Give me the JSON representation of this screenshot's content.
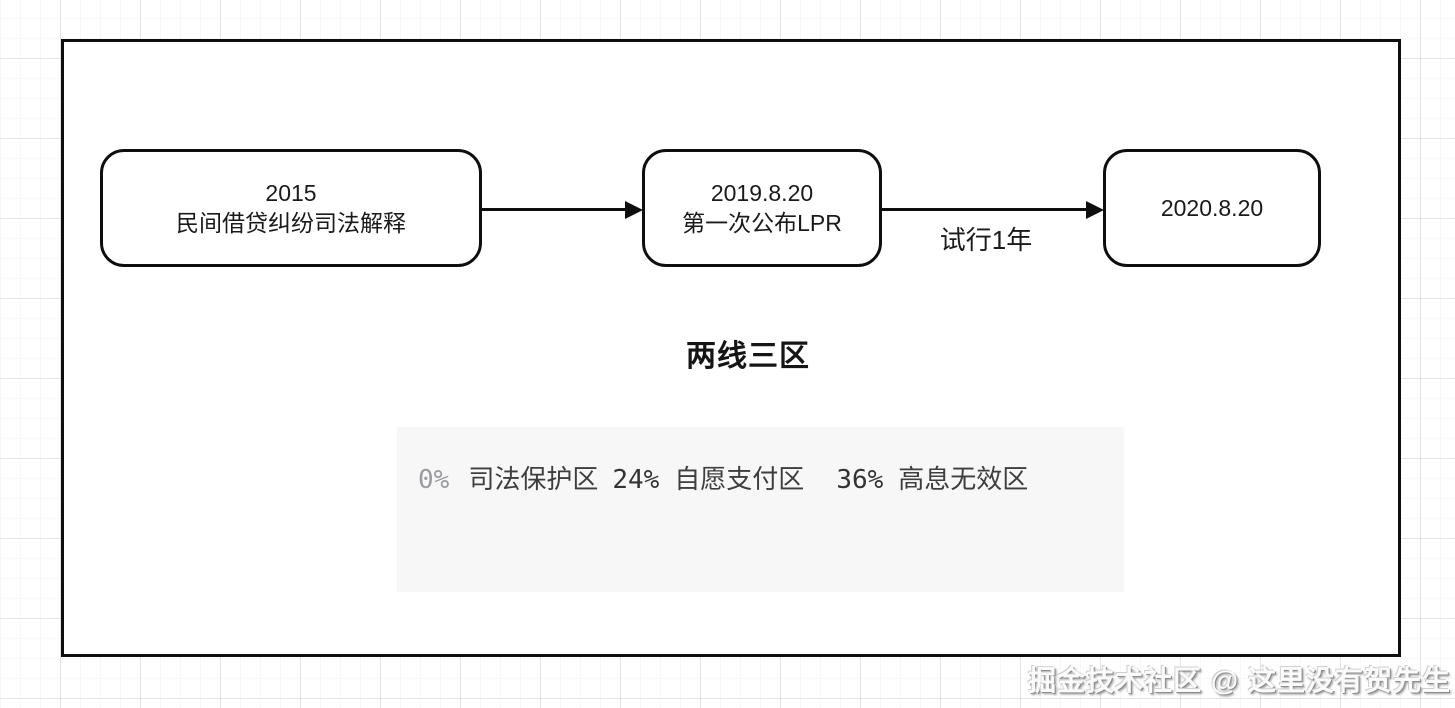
{
  "flowchart": {
    "nodes": [
      {
        "line1": "2015",
        "line2": "民间借贷纠纷司法解释"
      },
      {
        "line1": "2019.8.20",
        "line2": "第一次公布LPR"
      },
      {
        "line1": "2020.8.20",
        "line2": ""
      }
    ],
    "edge_label": "试行1年"
  },
  "section": {
    "title": "两线三区",
    "code_block": {
      "segments": [
        {
          "text": "0%",
          "role": "boundary-value-muted"
        },
        {
          "text": "司法保护区",
          "role": "zone-label"
        },
        {
          "text": "24%",
          "role": "boundary-value"
        },
        {
          "text": "自愿支付区",
          "role": "zone-label"
        },
        {
          "text": "36%",
          "role": "boundary-value"
        },
        {
          "text": "高息无效区",
          "role": "zone-label"
        }
      ]
    }
  },
  "watermark": "掘金技术社区 @ 这里没有贺先生",
  "colors": {
    "canvas_border": "#0e0e0e",
    "node_border": "#0e0e0e",
    "node_fill": "#ffffff",
    "code_block_bg": "#f7f7f8",
    "muted_number": "#999b9e",
    "code_text": "#3e3e3e",
    "grid_line_major": "#e2e2e5",
    "grid_line_minor": "#f2f2f4"
  }
}
